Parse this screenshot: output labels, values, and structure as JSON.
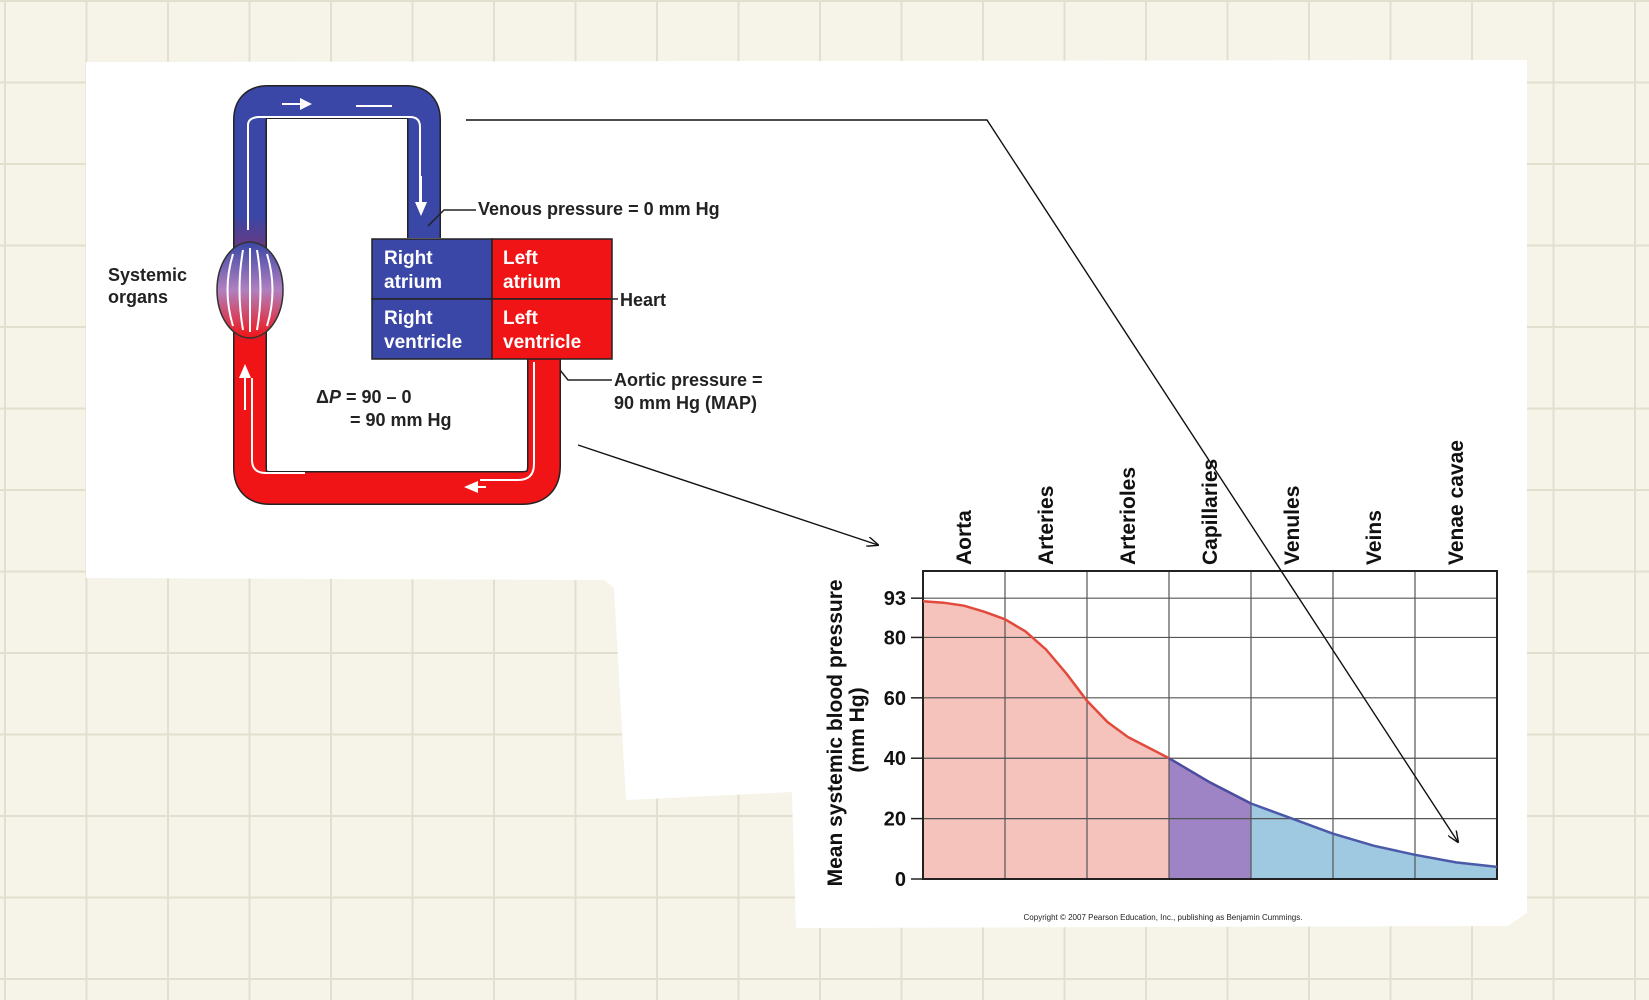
{
  "circulation_diagram": {
    "systemic_organs": [
      "Systemic",
      "organs"
    ],
    "heart_label": "Heart",
    "chambers": {
      "right_atrium": [
        "Right",
        "atrium"
      ],
      "left_atrium": [
        "Left",
        "atrium"
      ],
      "right_ventricle": [
        "Right",
        "ventricle"
      ],
      "left_ventricle": [
        "Left",
        "ventricle"
      ]
    },
    "venous_pressure": "Venous pressure = 0 mm Hg",
    "aortic_pressure": [
      "Aortic pressure =",
      "90 mm Hg (MAP)"
    ],
    "delta_p": {
      "symbol": "Δ",
      "var": "P",
      "line1": " = 90 – 0",
      "line2": "= 90 mm Hg"
    },
    "colors": {
      "venous": "#3a47a6",
      "arterial": "#f01416"
    }
  },
  "chart_data": {
    "type": "area",
    "title": "",
    "xlabel": "",
    "ylabel": [
      "Mean systemic blood pressure",
      "(mm Hg)"
    ],
    "categories": [
      "Aorta",
      "Arteries",
      "Arterioles",
      "Capillaries",
      "Venules",
      "Veins",
      "Venae cavae"
    ],
    "yticks": [
      0,
      20,
      40,
      60,
      80,
      93
    ],
    "ylim": [
      0,
      102
    ],
    "curve": [
      [
        0,
        92
      ],
      [
        0.25,
        91.5
      ],
      [
        0.5,
        90.5
      ],
      [
        0.75,
        88.5
      ],
      [
        1,
        86
      ],
      [
        1.25,
        82
      ],
      [
        1.5,
        76
      ],
      [
        1.75,
        68
      ],
      [
        2,
        59
      ],
      [
        2.25,
        52
      ],
      [
        2.5,
        47
      ],
      [
        2.75,
        43.5
      ],
      [
        3,
        40
      ],
      [
        3.5,
        32
      ],
      [
        4,
        25
      ],
      [
        4.5,
        20
      ],
      [
        5,
        15
      ],
      [
        5.5,
        11
      ],
      [
        6,
        8
      ],
      [
        6.5,
        5.5
      ],
      [
        7,
        4
      ]
    ],
    "regions": [
      {
        "from": 0,
        "to": 3,
        "color": "#f5c2bc",
        "line": "#e24a3c"
      },
      {
        "from": 3,
        "to": 4,
        "color": "#9e84c4",
        "line": "#4a4c9e"
      },
      {
        "from": 4,
        "to": 7,
        "color": "#9fc8e1",
        "line": "#4a5aa8"
      }
    ],
    "grid": true,
    "copyright": "Copyright © 2007 Pearson Education, Inc., publishing as Benjamin Cummings."
  }
}
